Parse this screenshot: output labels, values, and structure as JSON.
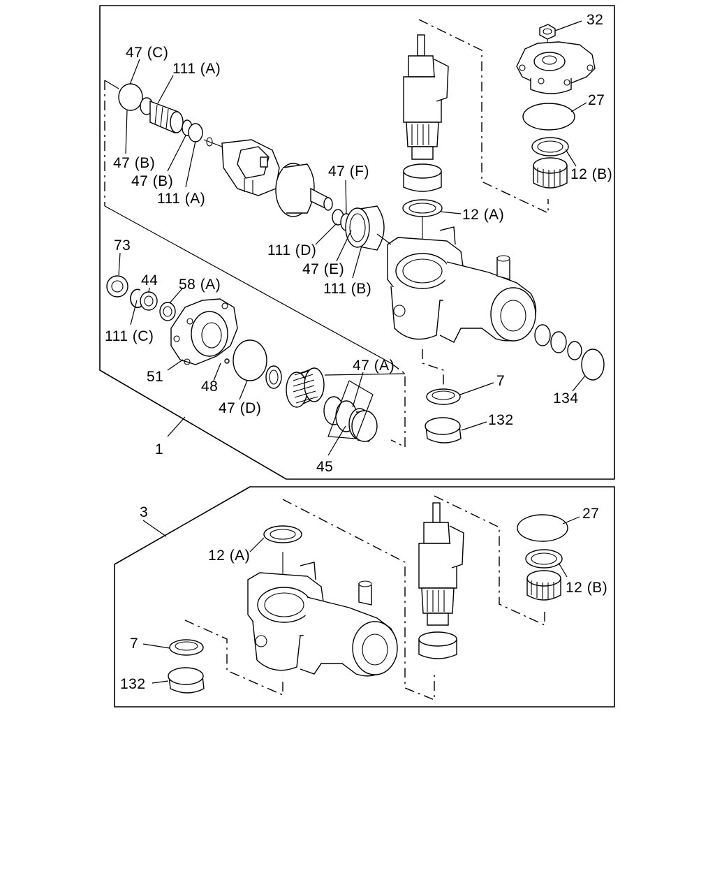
{
  "diagram": {
    "labels": {
      "l32": "32",
      "l27a": "27",
      "l12Ba": "12 (B)",
      "l12Aa": "12 (A)",
      "l47C": "47 (C)",
      "l111Aa": "111 (A)",
      "l47Ba": "47 (B)",
      "l47Bb": "47 (B)",
      "l111Ab": "111 (A)",
      "l47F": "47 (F)",
      "l111D": "111 (D)",
      "l47E": "47 (E)",
      "l111B": "111 (B)",
      "l73": "73",
      "l44": "44",
      "l58A": "58 (A)",
      "l111C": "111 (C)",
      "l51": "51",
      "l48": "48",
      "l47D": "47 (D)",
      "l47A": "47 (A)",
      "l45": "45",
      "l7a": "7",
      "l132a": "132",
      "l134": "134",
      "l1": "1",
      "l3": "3",
      "l12Ab": "12 (A)",
      "l27b": "27",
      "l12Bb": "12 (B)",
      "l7b": "7",
      "l132b": "132"
    }
  }
}
